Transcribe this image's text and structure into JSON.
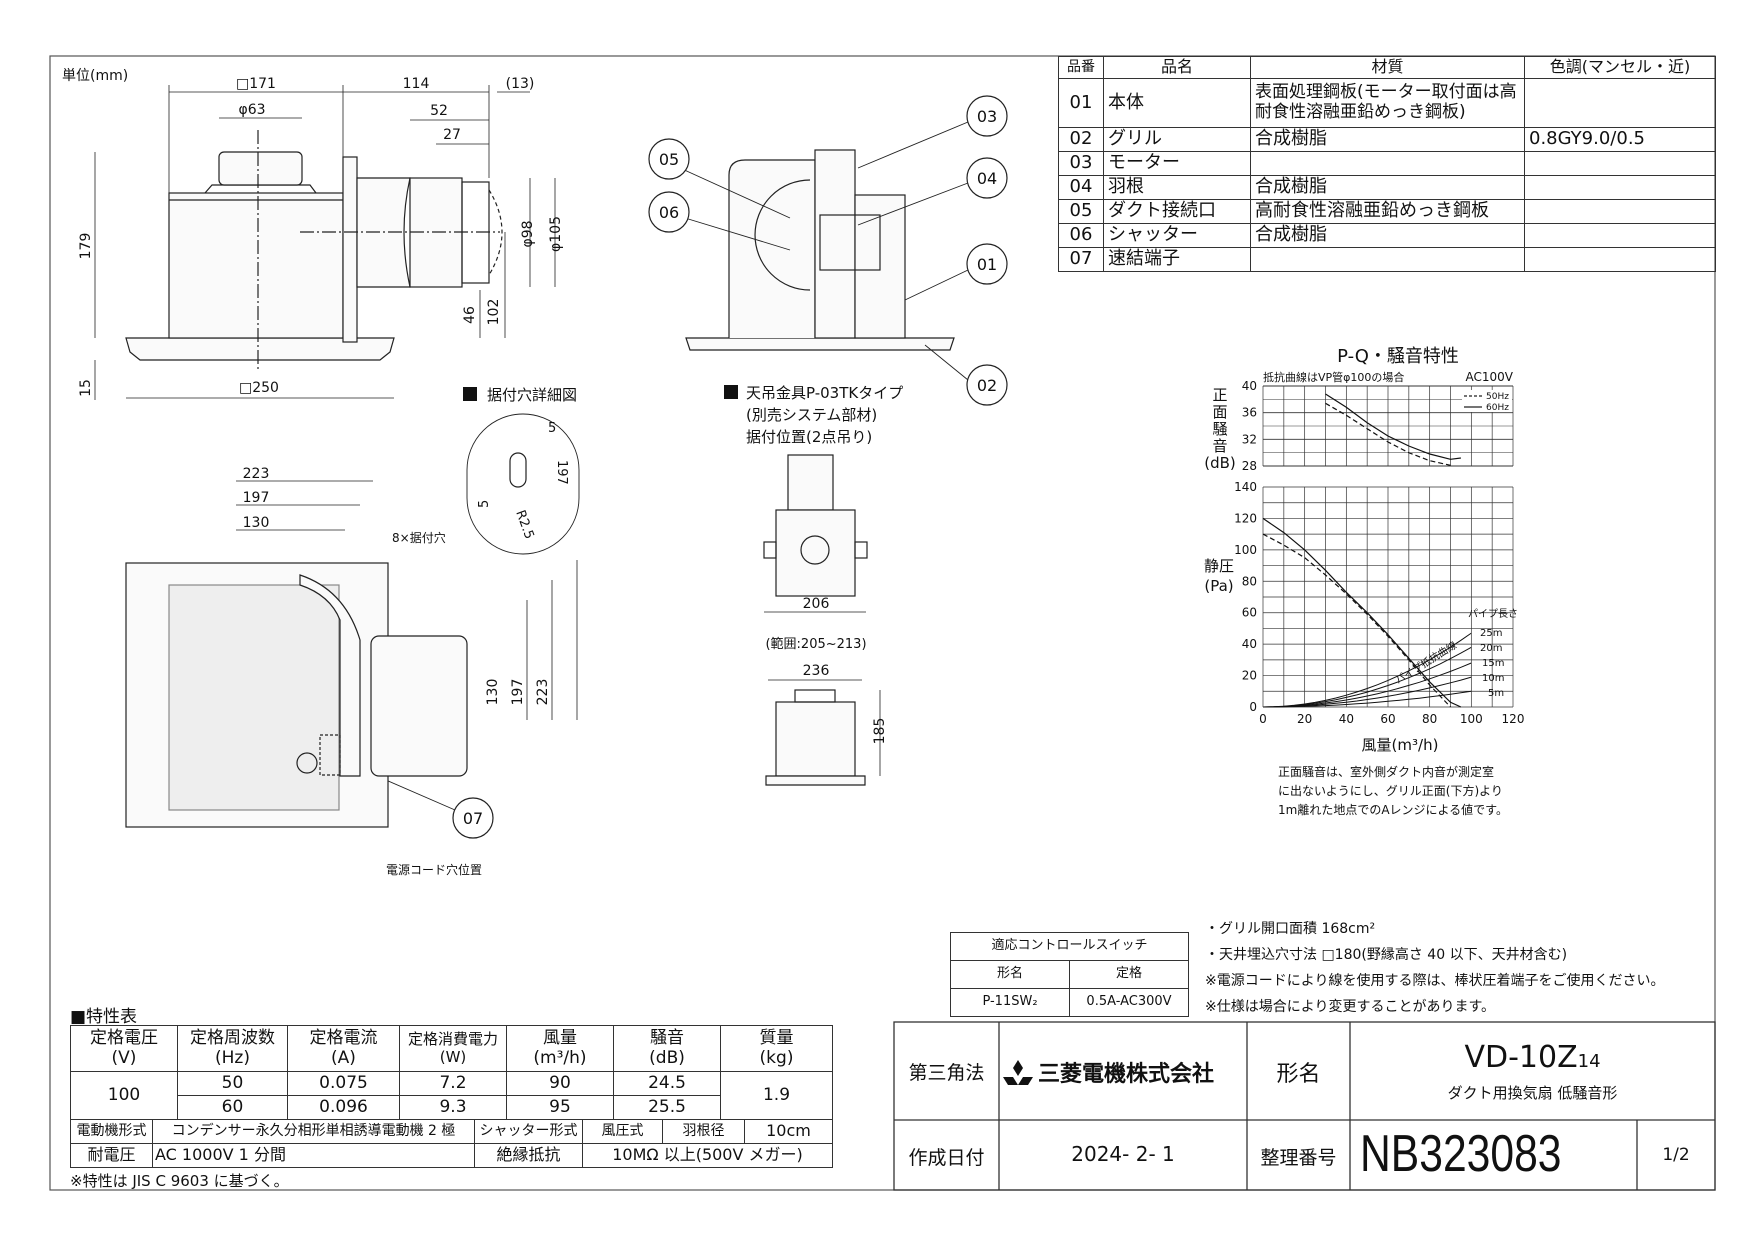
{
  "unit_label": "単位(mm)",
  "side_view_dims": [
    "□171",
    "φ63",
    "114",
    "(13)",
    "52",
    "27",
    "179",
    "15",
    "□250",
    "φ98",
    "φ105",
    "46",
    "102"
  ],
  "callouts": [
    "01",
    "02",
    "03",
    "04",
    "05",
    "06",
    "07"
  ],
  "hole_detail": {
    "title": "据付穴詳細図",
    "dims": [
      "5",
      "5",
      "197",
      "R2.5"
    ]
  },
  "bottom_view": {
    "dims": [
      "223",
      "197",
      "130",
      "130",
      "197",
      "223"
    ],
    "hole_label": "8×据付穴",
    "cord_label": "電源コード穴位置"
  },
  "bracket": {
    "title": "天吊金具P-03TKタイプ",
    "sub1": "(別売システム部材)",
    "sub2": "据付位置(2点吊り)",
    "dims": [
      "206",
      "(範囲:205~213)",
      "236",
      "185"
    ]
  },
  "parts_table": {
    "headers": [
      "品番",
      "品名",
      "材質",
      "色調(マンセル・近)"
    ],
    "rows": [
      {
        "no": "01",
        "name": "本体",
        "material": "表面処理鋼板(モーター取付面は高耐食性溶融亜鉛めっき鋼板)",
        "color": ""
      },
      {
        "no": "02",
        "name": "グリル",
        "material": "合成樹脂",
        "color": "0.8GY9.0/0.5"
      },
      {
        "no": "03",
        "name": "モーター",
        "material": "",
        "color": ""
      },
      {
        "no": "04",
        "name": "羽根",
        "material": "合成樹脂",
        "color": ""
      },
      {
        "no": "05",
        "name": "ダクト接続口",
        "material": "高耐食性溶融亜鉛めっき鋼板",
        "color": ""
      },
      {
        "no": "06",
        "name": "シャッター",
        "material": "合成樹脂",
        "color": ""
      },
      {
        "no": "07",
        "name": "速結端子",
        "material": "",
        "color": ""
      }
    ]
  },
  "chart_data": {
    "type": "line",
    "title": "P-Q・騒音特性",
    "subtitle": "抵抗曲線はVP管φ100の場合",
    "condition": "AC100V",
    "xlabel": "風量(m³/h)",
    "xlim": [
      0,
      120
    ],
    "xticks": [
      "0",
      "20",
      "40",
      "60",
      "80",
      "100",
      "120"
    ],
    "grid": true,
    "legend": {
      "placement": "top-right",
      "entries": [
        {
          "name": "50Hz",
          "style": "dashed"
        },
        {
          "name": "60Hz",
          "style": "solid"
        }
      ]
    },
    "noise_panel": {
      "ylabel": "正面騒音(dB)",
      "ylabel_chars": [
        "正",
        "面",
        "騒",
        "音"
      ],
      "ylabel_unit": "(dB)",
      "ylim": [
        28,
        40
      ],
      "yticks": [
        "40",
        "36",
        "32",
        "28"
      ],
      "series": [
        {
          "name": "50Hz",
          "style": "dashed",
          "x": [
            30,
            40,
            50,
            60,
            70,
            80,
            90
          ],
          "y": [
            37.4,
            35.6,
            33.6,
            31.6,
            30.0,
            28.8,
            28.1
          ]
        },
        {
          "name": "60Hz",
          "style": "solid",
          "x": [
            30,
            40,
            50,
            60,
            70,
            80,
            90,
            95
          ],
          "y": [
            38.8,
            36.8,
            34.5,
            32.5,
            31.0,
            29.8,
            29.0,
            29.2
          ]
        }
      ]
    },
    "pressure_panel": {
      "ylabel": "静圧(Pa)",
      "ylabel_chars": [
        "静",
        "圧"
      ],
      "ylabel_unit": "(Pa)",
      "ylim": [
        0,
        140
      ],
      "yticks": [
        "140",
        "120",
        "100",
        "80",
        "60",
        "40",
        "20",
        "0"
      ],
      "series": [
        {
          "name": "50Hz",
          "style": "dashed",
          "x": [
            0,
            10,
            20,
            30,
            40,
            50,
            60,
            70,
            80,
            90
          ],
          "y": [
            110,
            103,
            95,
            84,
            72,
            59,
            45,
            30,
            14,
            0
          ]
        },
        {
          "name": "60Hz",
          "style": "solid",
          "x": [
            0,
            10,
            20,
            30,
            40,
            50,
            60,
            70,
            80,
            90,
            95
          ],
          "y": [
            120,
            111,
            100,
            87,
            73,
            60,
            46,
            31,
            16,
            3,
            0
          ]
        }
      ],
      "pipe_curves": {
        "label": "パイプ抵抗曲線",
        "length_label": "パイプ長さ",
        "curves": [
          {
            "name": "25m",
            "pressure_at_100": 47
          },
          {
            "name": "20m",
            "pressure_at_100": 38
          },
          {
            "name": "15m",
            "pressure_at_100": 28
          },
          {
            "name": "10m",
            "pressure_at_100": 19
          },
          {
            "name": "5m",
            "pressure_at_100": 10
          }
        ]
      }
    },
    "notes": [
      "正面騒音は、室外側ダクト内音が測定室",
      "に出ないようにし、グリル正面(下方)より",
      "1m離れた地点でのAレンジによる値です。"
    ]
  },
  "control_switch": {
    "title": "適応コントロールスイッチ",
    "headers": [
      "形名",
      "定格"
    ],
    "model": "P-11SW₂",
    "rating": "0.5A-AC300V"
  },
  "notes": [
    "・グリル開口面積 168cm²",
    "・天井埋込穴寸法 □180(野縁高さ 40 以下、天井材含む)",
    "※電源コードにより線を使用する際は、棒状圧着端子をご使用ください。",
    "※仕様は場合により変更することがあります。"
  ],
  "spec_table": {
    "title": "■特性表",
    "headers": [
      [
        "定格電圧",
        "(V)"
      ],
      [
        "定格周波数",
        "(Hz)"
      ],
      [
        "定格電流",
        "(A)"
      ],
      [
        "定格消費電力",
        "(W)"
      ],
      [
        "風量",
        "(m³/h)"
      ],
      [
        "騒音",
        "(dB)"
      ],
      [
        "質量",
        "(kg)"
      ]
    ],
    "voltage": "100",
    "rows": [
      {
        "hz": "50",
        "current": "0.075",
        "power": "7.2",
        "flow": "90",
        "noise": "24.5"
      },
      {
        "hz": "60",
        "current": "0.096",
        "power": "9.3",
        "flow": "95",
        "noise": "25.5"
      }
    ],
    "mass": "1.9",
    "motor_label": "電動機形式",
    "motor": "コンデンサー永久分相形単相誘導電動機 2 極",
    "shutter_label": "シャッター形式",
    "shutter": "風圧式",
    "blade_label": "羽根径",
    "blade": "10cm",
    "withstand_label": "耐電圧",
    "withstand": "AC 1000V 1 分間",
    "insulation_label": "絶縁抵抗",
    "insulation": "10MΩ 以上(500V メガー)",
    "footnote": "※特性は JIS C 9603 に基づく。"
  },
  "title_block": {
    "projection": "第三角法",
    "company": "三菱電機株式会社",
    "model_label": "形名",
    "model": "VD-10Z",
    "model_suffix": "14",
    "description": "ダクト用換気扇 低騒音形",
    "date_label": "作成日付",
    "date": "2024- 2- 1",
    "ref_label": "整理番号",
    "ref": "NB323083",
    "page": "1/2"
  }
}
